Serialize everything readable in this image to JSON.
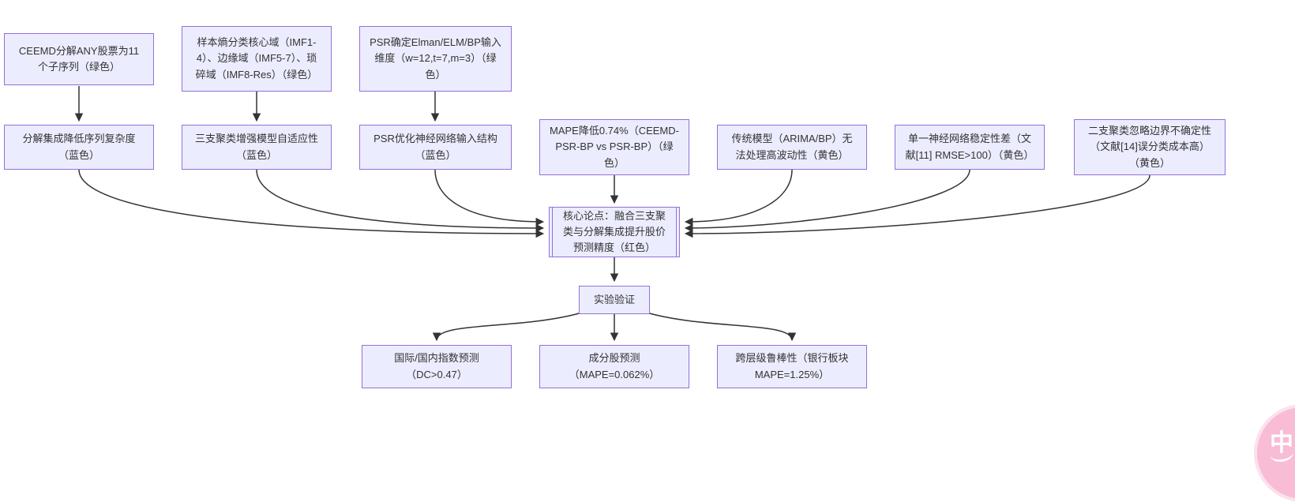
{
  "diagram": {
    "type": "flowchart",
    "background": "#ffffff",
    "node_fill": "#ECECFF",
    "node_border": "#9370DB",
    "arrow_color": "#333333",
    "text_color": "#333333",
    "nodes": [
      {
        "id": "method1",
        "label": "CEEMD分解ANY股票为11个子序列（绿色）"
      },
      {
        "id": "method2",
        "label": "样本熵分类核心域（IMF1-4）、边缘域（IMF5-7）、琐碎域（IMF8-Res）（绿色）"
      },
      {
        "id": "method3",
        "label": "PSR确定Elman/ELM/BP输入维度（w=12,t=7,m=3）（绿色）"
      },
      {
        "id": "claim1",
        "label": "分解集成降低序列复杂度（蓝色）"
      },
      {
        "id": "claim2",
        "label": "三支聚类增强模型自适应性（蓝色）"
      },
      {
        "id": "claim3",
        "label": "PSR优化神经网络输入结构（蓝色）"
      },
      {
        "id": "evidence1",
        "label": "MAPE降低0.74%（CEEMD-PSR-BP vs PSR-BP）（绿色）"
      },
      {
        "id": "problem1",
        "label": "传统模型（ARIMA/BP）无法处理高波动性（黄色）"
      },
      {
        "id": "problem2",
        "label": "单一神经网络稳定性差（文献[11] RMSE>100）（黄色）"
      },
      {
        "id": "problem3",
        "label": "二支聚类忽略边界不确定性（文献[14]误分类成本高）（黄色）"
      },
      {
        "id": "core",
        "label": "核心论点：融合三支聚类与分解集成提升股价预测精度（红色）"
      },
      {
        "id": "experiment",
        "label": "实验验证"
      },
      {
        "id": "result1",
        "label": "国际/国内指数预测（DC>0.47）"
      },
      {
        "id": "result2",
        "label": "成分股预测（MAPE=0.062%）"
      },
      {
        "id": "result3",
        "label": "跨层级鲁棒性（银行板块MAPE=1.25%）"
      }
    ],
    "edges": [
      {
        "from": "method1",
        "to": "claim1"
      },
      {
        "from": "method2",
        "to": "claim2"
      },
      {
        "from": "method3",
        "to": "claim3"
      },
      {
        "from": "claim1",
        "to": "core"
      },
      {
        "from": "claim2",
        "to": "core"
      },
      {
        "from": "claim3",
        "to": "core"
      },
      {
        "from": "evidence1",
        "to": "core"
      },
      {
        "from": "problem1",
        "to": "core"
      },
      {
        "from": "problem2",
        "to": "core"
      },
      {
        "from": "problem3",
        "to": "core"
      },
      {
        "from": "core",
        "to": "experiment"
      },
      {
        "from": "experiment",
        "to": "result1"
      },
      {
        "from": "experiment",
        "to": "result2"
      },
      {
        "from": "experiment",
        "to": "result3"
      }
    ]
  },
  "translate_badge": {
    "label": "中A",
    "color": "#f8bcd4"
  }
}
